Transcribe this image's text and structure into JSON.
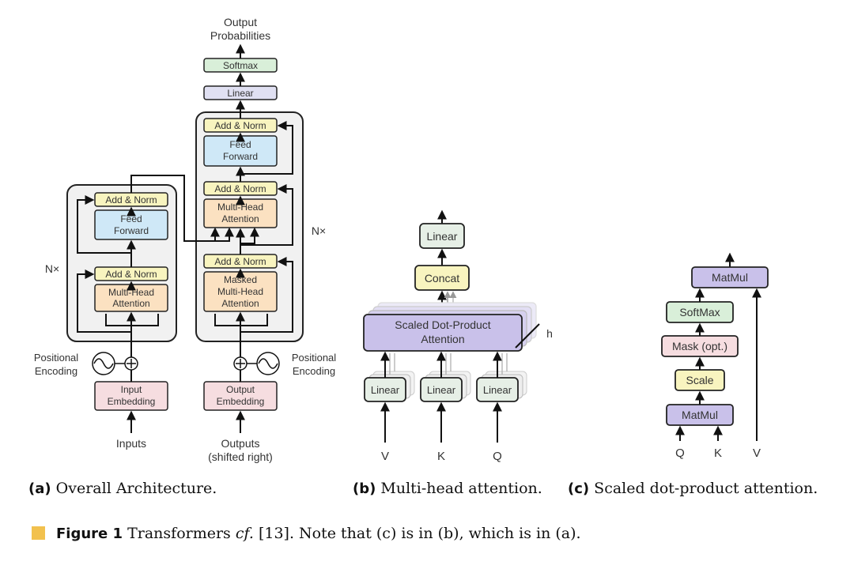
{
  "a": {
    "outputs_title_1": "Output",
    "outputs_title_2": "Probabilities",
    "softmax": "Softmax",
    "linear": "Linear",
    "add_norm": "Add & Norm",
    "feed_1": "Feed",
    "feed_2": "Forward",
    "mha_1": "Multi-Head",
    "mha_2": "Attention",
    "masked_1": "Masked",
    "masked_2": "Multi-Head",
    "masked_3": "Attention",
    "nx": "N×",
    "pos_1": "Positional",
    "pos_2": "Encoding",
    "in_emb_1": "Input",
    "in_emb_2": "Embedding",
    "out_emb_1": "Output",
    "out_emb_2": "Embedding",
    "inputs": "Inputs",
    "outputs_1": "Outputs",
    "outputs_2": "(shifted right)"
  },
  "b": {
    "linear": "Linear",
    "concat": "Concat",
    "sdpa_1": "Scaled Dot-Product",
    "sdpa_2": "Attention",
    "h": "h",
    "v": "V",
    "k": "K",
    "q": "Q"
  },
  "c": {
    "matmul": "MatMul",
    "softmax": "SoftMax",
    "mask": "Mask (opt.)",
    "scale": "Scale",
    "q": "Q",
    "k": "K",
    "v": "V"
  },
  "captions": {
    "a_tag": "(a)",
    "a_text": "Overall Architecture.",
    "b_tag": "(b)",
    "b_text": "Multi-head attention.",
    "c_tag": "(c)",
    "c_text": "Scaled dot-product attention."
  },
  "figure": {
    "label": "Figure 1",
    "text_before": "Transformers ",
    "cf": "cf.",
    "text_after": " [13]. Note that (c) is in (b), which is in (a)."
  },
  "colors": {
    "pink": "#f6dde0",
    "orange": "#fbe1c1",
    "blue": "#cfe8f7",
    "yellow": "#f8f4bf",
    "green": "#d9efd9",
    "lavender": "#e0e0f2",
    "purple": "#c9c1ea",
    "grey_bg": "#f1f1f1",
    "linear_b": "#e6efe6"
  }
}
